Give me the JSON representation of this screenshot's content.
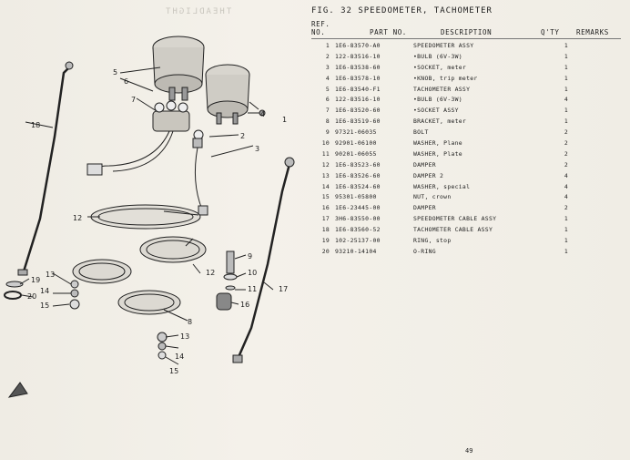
{
  "header": {
    "title": "FIG. 32   SPEEDOMETER, TACHOMETER",
    "col_ref_line1": "REF.",
    "col_ref_line2": "NO.",
    "col_part": "PART NO.",
    "col_desc": "DESCRIPTION",
    "col_qty": "Q'TY",
    "col_remarks": "REMARKS"
  },
  "rows": [
    {
      "ref": "1",
      "part": "1E6-83570-A0",
      "desc": "SPEEDOMETER ASSY",
      "qty": "1"
    },
    {
      "ref": "2",
      "part": "122-83516-10",
      "desc": "•BULB (6V-3W)",
      "qty": "1"
    },
    {
      "ref": "3",
      "part": "1E6-83538-60",
      "desc": "•SOCKET, meter",
      "qty": "1"
    },
    {
      "ref": "4",
      "part": "1E6-83578-10",
      "desc": "•KNOB, trip meter",
      "qty": "1"
    },
    {
      "ref": "5",
      "part": "1E6-83540-F1",
      "desc": "TACHOMETER ASSY",
      "qty": "1"
    },
    {
      "ref": "6",
      "part": "122-83516-10",
      "desc": "•BULB (6V-3W)",
      "qty": "4"
    },
    {
      "ref": "7",
      "part": "1E6-83520-60",
      "desc": "•SOCKET ASSY",
      "qty": "1"
    },
    {
      "ref": "8",
      "part": "1E6-83519-60",
      "desc": "BRACKET, meter",
      "qty": "1"
    },
    {
      "ref": "9",
      "part": "97321-06035",
      "desc": "BOLT",
      "qty": "2"
    },
    {
      "ref": "10",
      "part": "92901-06100",
      "desc": "WASHER, Plane",
      "qty": "2"
    },
    {
      "ref": "11",
      "part": "90201-06055",
      "desc": "WASHER, Plate",
      "qty": "2"
    },
    {
      "ref": "12",
      "part": "1E6-83523-60",
      "desc": "DAMPER",
      "qty": "2"
    },
    {
      "ref": "13",
      "part": "1E6-83526-60",
      "desc": "DAMPER 2",
      "qty": "4"
    },
    {
      "ref": "14",
      "part": "1E6-83524-60",
      "desc": "WASHER, special",
      "qty": "4"
    },
    {
      "ref": "15",
      "part": "95301-05800",
      "desc": "NUT, crown",
      "qty": "4"
    },
    {
      "ref": "16",
      "part": "1E6-23445-00",
      "desc": "DAMPER",
      "qty": "2"
    },
    {
      "ref": "17",
      "part": "3H6-83550-00",
      "desc": "SPEEDOMETER CABLE ASSY",
      "qty": "1"
    },
    {
      "ref": "18",
      "part": "1E6-83560-52",
      "desc": "TACHOMETER CABLE ASSY",
      "qty": "1"
    },
    {
      "ref": "19",
      "part": "102-25137-00",
      "desc": "RING, stop",
      "qty": "1"
    },
    {
      "ref": "20",
      "part": "93210-14104",
      "desc": "O-RING",
      "qty": "1"
    }
  ],
  "page_number": "49",
  "callouts": {
    "c1": "1",
    "c2": "2",
    "c3": "3",
    "c4": "4",
    "c5": "5",
    "c6": "6",
    "c7": "7",
    "c8": "8",
    "c9": "9",
    "c10": "10",
    "c11": "11",
    "c12a": "12",
    "c12b": "12",
    "c13a": "13",
    "c13b": "13",
    "c14a": "14",
    "c14b": "14",
    "c15a": "15",
    "c15b": "15",
    "c16": "16",
    "c17": "17",
    "c18": "18",
    "c19": "19",
    "c20": "20"
  }
}
